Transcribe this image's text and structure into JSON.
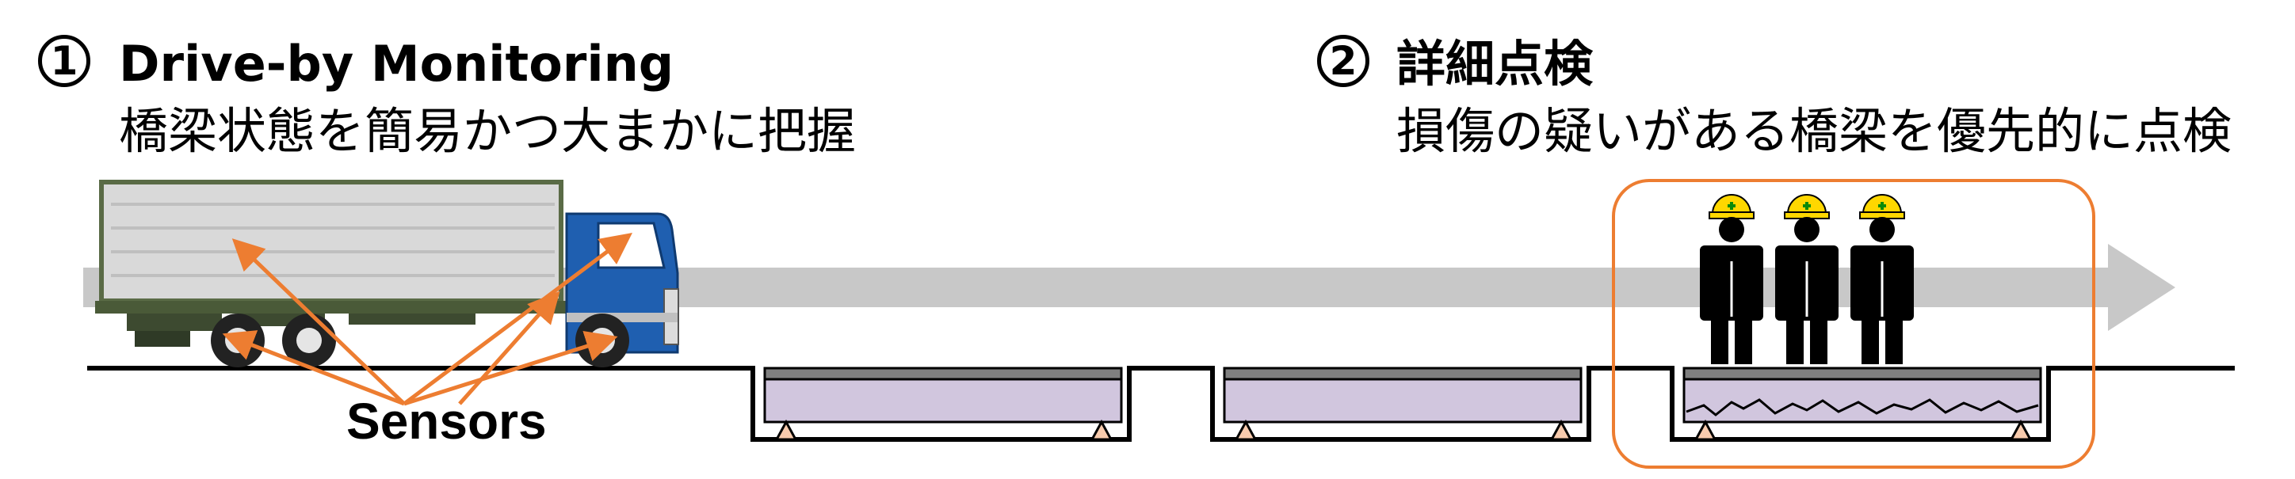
{
  "step1": {
    "number": "1",
    "title": "Drive-by Monitoring",
    "subtitle": "橋梁状態を簡易かつ大まかに把握"
  },
  "step2": {
    "number": "2",
    "title": "詳細点検",
    "subtitle": "損傷の疑いがある橋梁を優先的に点検"
  },
  "sensors_label": "Sensors",
  "icons": [
    "truck-icon",
    "bridge-icon",
    "worker-icon",
    "helmet-icon",
    "sensor-arrow-icon"
  ],
  "colors": {
    "arrow_band": "#c8c8c8",
    "sensor_arrow": "#ed7d31",
    "inspection_frame": "#ed7d31",
    "bridge_deck": "#d1c6de",
    "bridge_top": "#7f7f7f",
    "bearing": "#f8cbad",
    "truck_cab": "#1f5fb0",
    "truck_container": "#d9d9d9",
    "helmet": "#ffd700"
  }
}
